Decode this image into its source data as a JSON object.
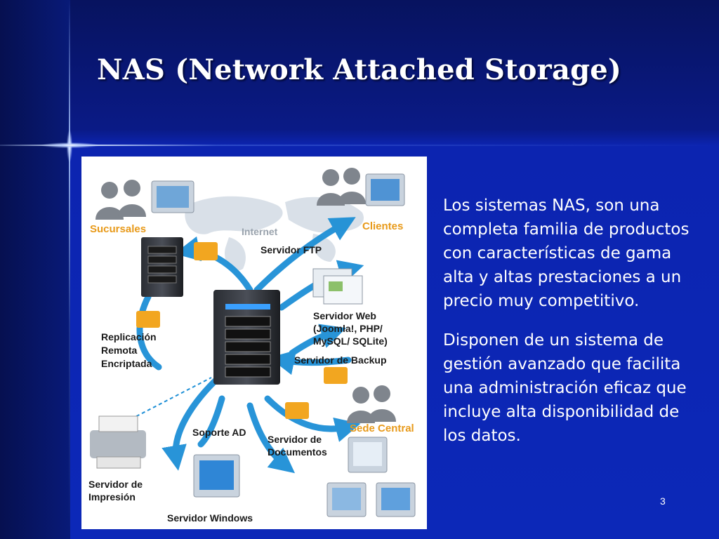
{
  "slide": {
    "title": "NAS (Network Attached Storage)",
    "paragraphs": [
      "Los sistemas NAS, son una completa familia de productos con características de gama alta y altas prestaciones a un precio muy competitivo.",
      "Disponen de un sistema de gestión avanzado que facilita una administración eficaz que incluye alta disponibilidad de los datos."
    ],
    "page_number": "3"
  },
  "diagram": {
    "labels": {
      "sucursales": "Sucursales",
      "clientes": "Clientes",
      "internet": "Internet",
      "servidor_ftp": "Servidor FTP",
      "servidor_web_1": "Servidor Web",
      "servidor_web_2": "(Joomla!, PHP/",
      "servidor_web_3": "MySQL/ SQLite)",
      "servidor_backup": "Servidor de Backup",
      "replicacion_1": "Replicación",
      "replicacion_2": "Remota",
      "replicacion_3": "Encriptada",
      "sede_central": "Sede Central",
      "soporte_ad": "Soporte AD",
      "servidor_documentos_1": "Servidor de",
      "servidor_documentos_2": "Documentos",
      "servidor_impresion_1": "Servidor de",
      "servidor_impresion_2": "Impresión",
      "servidor_windows": "Servidor Windows"
    }
  },
  "colors": {
    "background": "#0c28b8",
    "title_text": "#ffffff",
    "accent_orange": "#e89a1a",
    "arrow_blue": "#1d8fd6"
  }
}
